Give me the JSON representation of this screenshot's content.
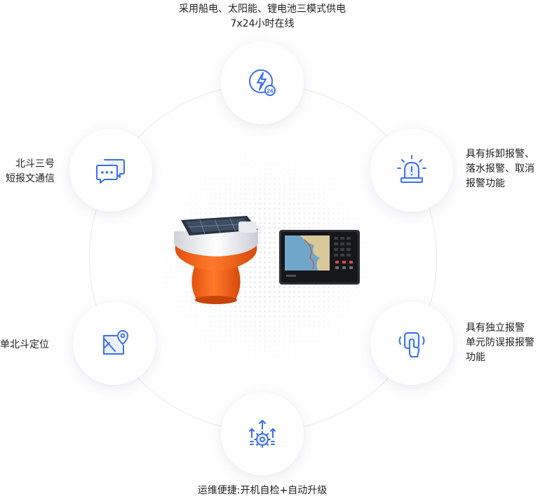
{
  "colors": {
    "icon_blue": "#3d6df0",
    "ring": "#e6e9f4",
    "text": "#1f1f1f"
  },
  "features": {
    "power": {
      "icon": "lightning-24-icon",
      "lines": [
        "采用船电、太阳能、锂电池三模式供电",
        "7x24小时在线"
      ]
    },
    "alarm": {
      "icon": "alarm-light-icon",
      "lines": [
        "具有拆卸报警、",
        "落水报警、取消",
        "报警功能"
      ]
    },
    "button": {
      "icon": "touch-button-icon",
      "lines": [
        "具有独立报警",
        "单元防误报报警",
        "功能"
      ]
    },
    "upgrade": {
      "icon": "gear-upgrade-icon",
      "lines": [
        "运维便捷:开机自检+自动升级"
      ]
    },
    "location": {
      "icon": "map-pin-icon",
      "lines": [
        "单北斗定位"
      ]
    },
    "message": {
      "icon": "chat-bubbles-icon",
      "lines": [
        "北斗三号",
        "短报文通信"
      ]
    }
  }
}
